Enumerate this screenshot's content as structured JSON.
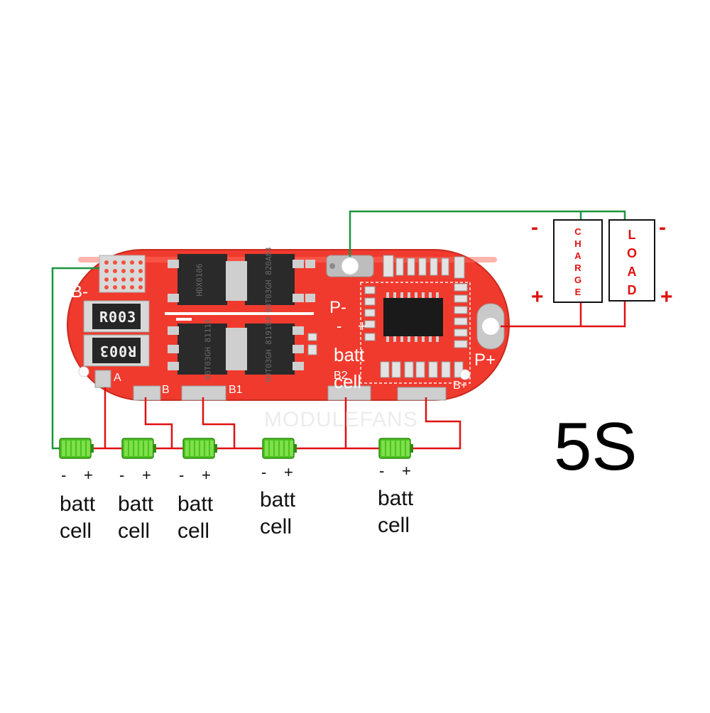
{
  "board": {
    "terminals": {
      "b_minus": "B-",
      "p_minus": "P-",
      "p_plus": "P+",
      "a": "A",
      "b": "B",
      "b1": "B1",
      "b2": "B2",
      "b_plus": "B+"
    },
    "resistors": [
      "R003",
      "R003"
    ],
    "mosfets": [
      "HDX0106",
      "90T03GH 820A84",
      "90T03GH 81114",
      "90T03GH 819104"
    ],
    "inline_cell": {
      "minus": "-",
      "plus": "+",
      "line1": "batt",
      "line2": "cell"
    },
    "watermark": "MODULEFANS"
  },
  "external": {
    "charge_label": [
      "C",
      "H",
      "A",
      "R",
      "G",
      "E"
    ],
    "load_label": [
      "L",
      "O",
      "A",
      "D"
    ],
    "charge_minus": "-",
    "charge_plus": "+",
    "load_minus": "-",
    "load_plus": "+"
  },
  "cells": [
    {
      "minus": "-",
      "plus": "+",
      "line1": "batt",
      "line2": "cell"
    },
    {
      "minus": "-",
      "plus": "+",
      "line1": "batt",
      "line2": "cell"
    },
    {
      "minus": "-",
      "plus": "+",
      "line1": "batt",
      "line2": "cell"
    },
    {
      "minus": "-",
      "plus": "+",
      "line1": "batt",
      "line2": "cell"
    },
    {
      "minus": "-",
      "plus": "+",
      "line1": "batt",
      "line2": "cell"
    }
  ],
  "configuration_label": "5S",
  "colors": {
    "pcb": "#f03a2e",
    "wire_red": "#e01010",
    "wire_green": "#1b9440",
    "battery_green": "#4cc21f"
  }
}
